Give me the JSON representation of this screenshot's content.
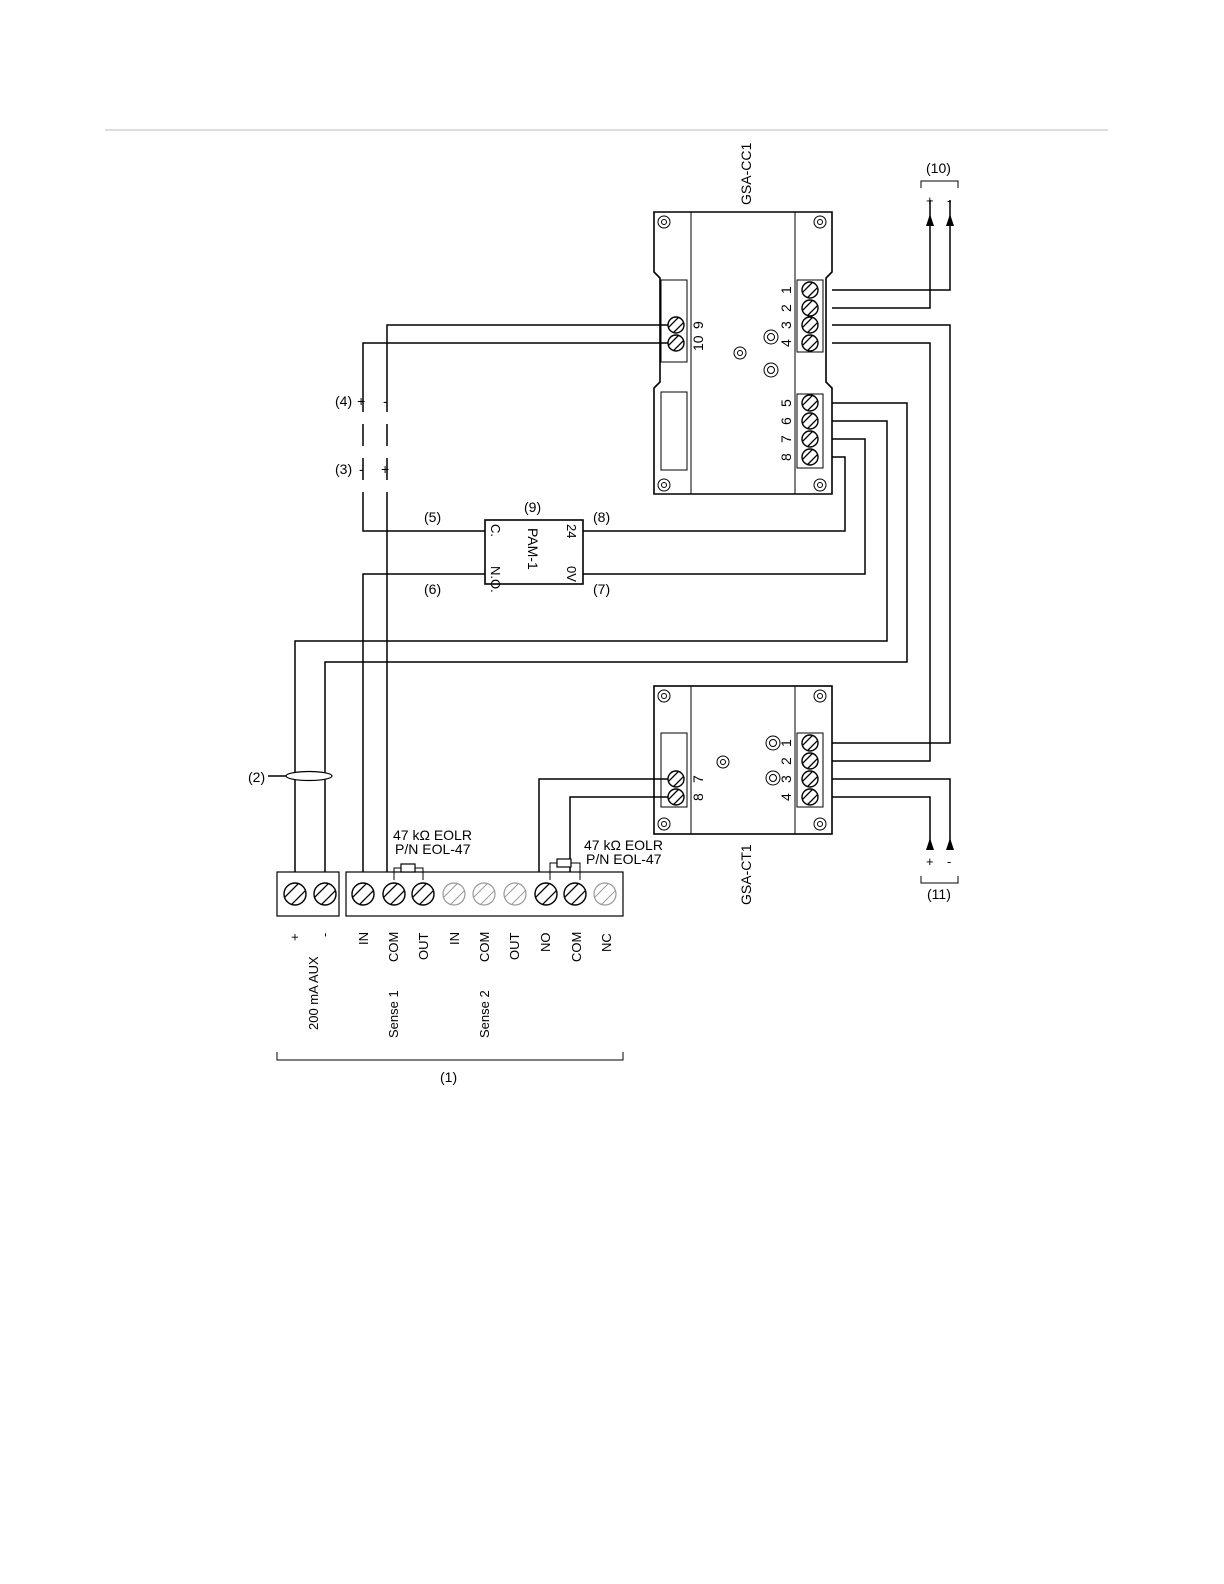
{
  "modules": {
    "top": "GSA-CC1",
    "bottom": "GSA-CT1",
    "top_terminals": [
      "1",
      "2",
      "3",
      "4",
      "5",
      "6",
      "7",
      "8",
      "9",
      "10"
    ],
    "bottom_terminals": [
      "1",
      "2",
      "3",
      "4",
      "7",
      "8"
    ]
  },
  "pam": {
    "name": "PAM-1",
    "c": "C.",
    "no": "N.O.",
    "v24": "24",
    "v0": "0V"
  },
  "callouts": {
    "c1": "(1)",
    "c2": "(2)",
    "c3": "(3)",
    "c4": "(4)",
    "c5": "(5)",
    "c6": "(6)",
    "c7": "(7)",
    "c8": "(8)",
    "c9": "(9)",
    "c10": "(10)",
    "c11": "(11)"
  },
  "polarity": {
    "plus": "+",
    "minus": "-"
  },
  "eolr": {
    "line1": "47 kΩ EOLR",
    "line2": "P/N EOL-47"
  },
  "panel": {
    "aux_plus": "+",
    "aux_minus": "-",
    "aux_label": "200 mA AUX",
    "s1_in": "IN",
    "s1_com": "COM",
    "s1_out": "OUT",
    "s2_in": "IN",
    "s2_com": "COM",
    "s2_out": "OUT",
    "no": "NO",
    "com": "COM",
    "nc": "NC",
    "sense1": "Sense 1",
    "sense2": "Sense 2"
  }
}
